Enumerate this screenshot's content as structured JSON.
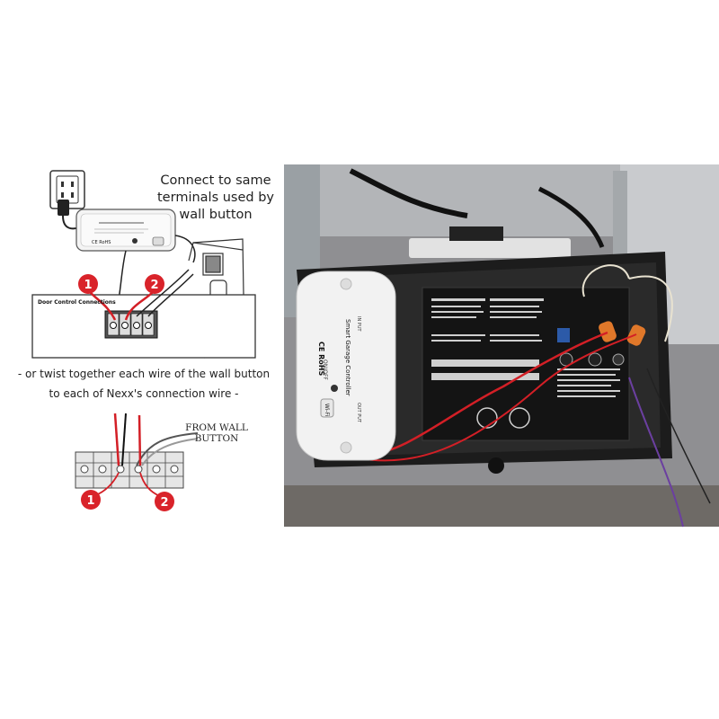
{
  "diagram": {
    "headline": "Connect to same terminals used by wall button",
    "box_title": "Door Control Connections",
    "caption_line1": "- or twist together each wire of the wall button",
    "caption_line2": "to each of Nexx's connection wire -",
    "from_wall_label": "FROM WALL BUTTON",
    "marker_1": "1",
    "marker_2": "2",
    "device_label": "Smart Garage Controller",
    "device_input": "IN PUT",
    "device_output": "OUT PUT",
    "device_switch": "ON/OFF",
    "device_cert": "CE RoHS",
    "wifi_badge": "Wi-Fi"
  },
  "colors": {
    "marker_red": "#d9232a",
    "wire_red": "#d31f26",
    "opener_black": "#1c1c1c",
    "purple_wire": "#6b3fa0"
  }
}
